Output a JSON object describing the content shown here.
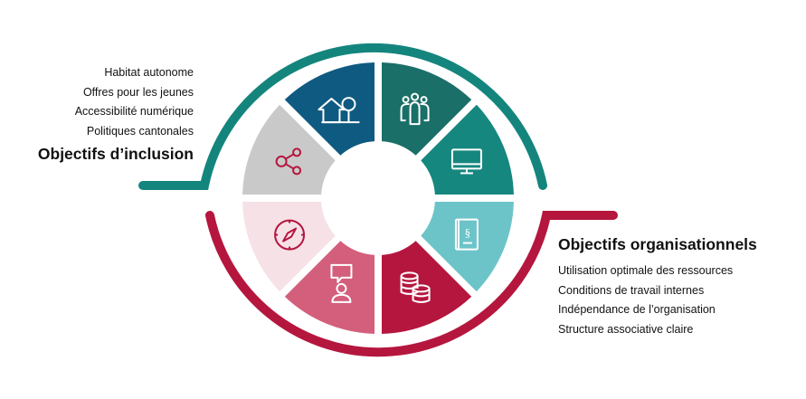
{
  "inclusion": {
    "title": "Objectifs d’inclusion",
    "items": [
      "Habitat autonome",
      "Offres pour les jeunes",
      "Accessibilité numérique",
      "Politiques cantonales"
    ],
    "arc_color": "#14857d"
  },
  "organisation": {
    "title": "Objectifs organisationnels",
    "items": [
      "Utilisation optimale des ressources",
      "Conditions de travail  internes",
      "Indépendance de l’organisation",
      "Structure associative claire"
    ],
    "arc_color": "#b5163e"
  },
  "segments": [
    {
      "name": "digital",
      "icon": "monitor-icon",
      "color": "#16877f",
      "icon_color": "#ffffff"
    },
    {
      "name": "people",
      "icon": "people-icon",
      "color": "#1a6f68",
      "icon_color": "#ffffff"
    },
    {
      "name": "housing",
      "icon": "house-tree-icon",
      "color": "#0f5a80",
      "icon_color": "#ffffff"
    },
    {
      "name": "network",
      "icon": "share-icon",
      "color": "#c9c9c9",
      "icon_color": "#b5163e"
    },
    {
      "name": "orientation",
      "icon": "compass-icon",
      "color": "#f6e1e7",
      "icon_color": "#b5163e"
    },
    {
      "name": "communication",
      "icon": "person-speech-icon",
      "color": "#d35f7c",
      "icon_color": "#ffffff"
    },
    {
      "name": "resources",
      "icon": "coins-icon",
      "color": "#b5163e",
      "icon_color": "#ffffff"
    },
    {
      "name": "law",
      "icon": "law-book-icon",
      "color": "#6cc4c9",
      "icon_color": "#ffffff"
    }
  ]
}
